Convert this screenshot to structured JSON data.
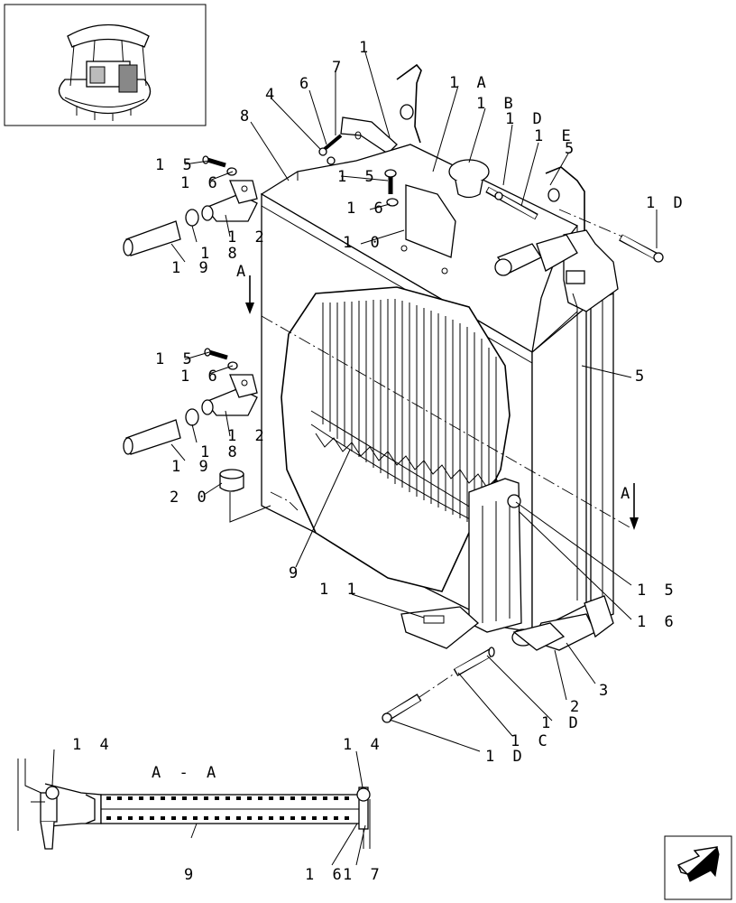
{
  "labels": {
    "l1": "1",
    "l1A": "1 A",
    "l1B": "1 B",
    "l1D_top": "1 D",
    "l1E": "1 E",
    "l5_top": "5",
    "l7": "7",
    "l6": "6",
    "l4": "4",
    "l8": "8",
    "l15_a": "1 5",
    "l16_a": "1 6",
    "l15_b": "1 5",
    "l16_b": "1 6",
    "l1D_right": "1 D",
    "l18_a": "1 8",
    "l12_a": "1 2",
    "l19_a": "1 9",
    "l10": "1 0",
    "lA_left": "A",
    "l5_right": "5",
    "l15_c": "1 5",
    "l16_c": "1 6",
    "l18_b": "1 8",
    "l12_b": "1 2",
    "l19_b": "1 9",
    "l20": "2 0",
    "lA_right": "A",
    "l9_main": "9",
    "l15_d": "1 5",
    "l16_d": "1 6",
    "l11": "1 1",
    "l3": "3",
    "l2": "2",
    "l1D_bot": "1 D",
    "l1C": "1 C",
    "l1D_bot2": "1 D",
    "l14_left": "1 4",
    "l14_right": "1 4",
    "lAA": "A  -  A",
    "l9_section": "9",
    "l16_section": "1 6",
    "l17": "1 7"
  },
  "icons": {
    "thumbnail": "machine-thumbnail-icon",
    "nav": "next-page-arrow-icon"
  }
}
